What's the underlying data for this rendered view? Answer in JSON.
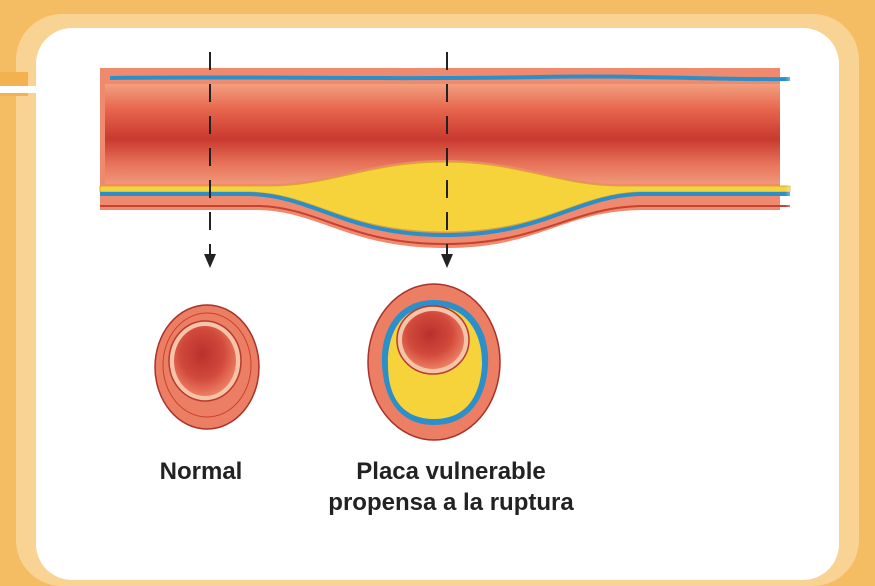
{
  "labels": {
    "normal": "Normal",
    "placa_line1": "Placa vulnerable",
    "placa_line2": "propensa a la ruptura"
  },
  "colors": {
    "background": "#f5bd63",
    "panel_border": "#f9d394",
    "artery_outer": "#e8664e",
    "artery_inner": "#c83a32",
    "plaque": "#f6d33a",
    "endothelium": "#2d8fc9"
  }
}
